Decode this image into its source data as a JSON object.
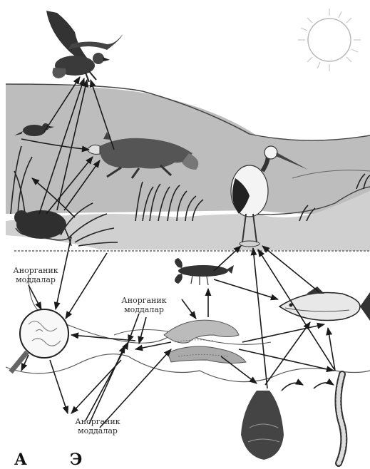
{
  "labels": {
    "inorganic_left": "Анорганик\nмоддалар",
    "inorganic_mid": "Анорганик\nмоддалар",
    "inorganic_bottom": "Анорганик\nмоддалар"
  },
  "caption": "А      Э",
  "colors": {
    "ink": "#1a1a1a",
    "land": "#cfcfcf",
    "hill": "#e6e6e6",
    "water_line": "#8a8a8a"
  },
  "nodes": [
    "eagle-icon",
    "sun-icon",
    "small-bird-icon",
    "fox-icon",
    "stork-icon",
    "rodent-icon",
    "crayfish-icon",
    "fish-icon",
    "algae-icon",
    "microorganisms-lens-icon",
    "mussel-icon",
    "worm-icon"
  ]
}
